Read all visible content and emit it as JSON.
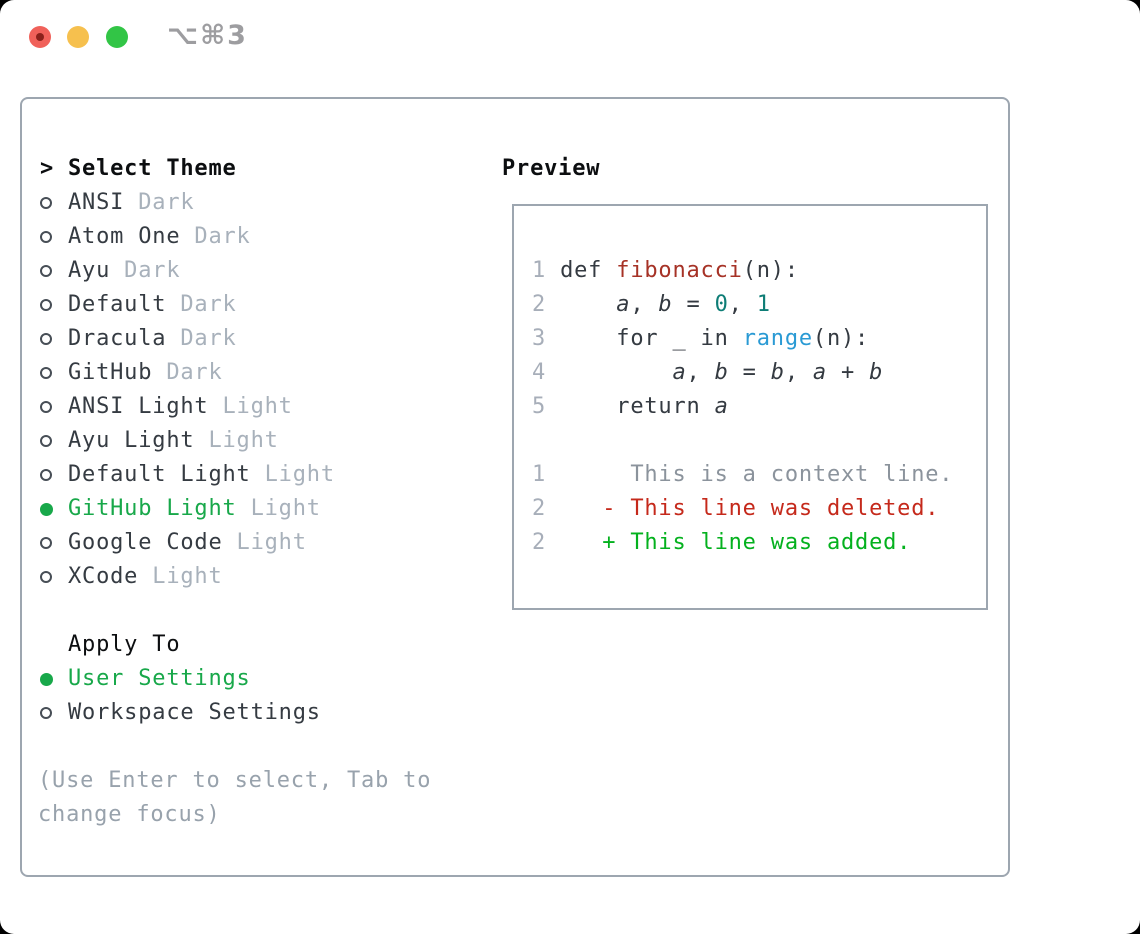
{
  "colors": {
    "tl-red": "#f0615a",
    "tl-red-dot": "#8a211b",
    "tl-yellow": "#f6c04e",
    "tl-green": "#32c546",
    "title-gray": "#9d9da0",
    "border-gray": "#9da6b0",
    "marker-gray": "#474e56",
    "text-black": "#0c0e10",
    "text-dark": "#353b42",
    "tag-gray": "#a8b1bb",
    "hint-gray": "#98a2ac",
    "accent-green": "#18a84a",
    "lineno-gray": "#a7aeb9",
    "code-dark": "#343a41",
    "func-red": "#a63226",
    "num-teal": "#0e7d76",
    "call-blue": "#2a9ad4",
    "context-gray": "#8b939c",
    "diff-del": "#c5291b",
    "diff-add": "#04b11e"
  },
  "titlebar": {
    "title": "⌥⌘3"
  },
  "theme_panel": {
    "header_prefix": ">",
    "header_label": "Select Theme",
    "items": [
      {
        "label": "ANSI",
        "tag": "Dark",
        "selected": false
      },
      {
        "label": "Atom One",
        "tag": "Dark",
        "selected": false
      },
      {
        "label": "Ayu",
        "tag": "Dark",
        "selected": false
      },
      {
        "label": "Default",
        "tag": "Dark",
        "selected": false
      },
      {
        "label": "Dracula",
        "tag": "Dark",
        "selected": false
      },
      {
        "label": "GitHub",
        "tag": "Dark",
        "selected": false
      },
      {
        "label": "ANSI Light",
        "tag": "Light",
        "selected": false
      },
      {
        "label": "Ayu Light",
        "tag": "Light",
        "selected": false
      },
      {
        "label": "Default Light",
        "tag": "Light",
        "selected": false
      },
      {
        "label": "GitHub Light",
        "tag": "Light",
        "selected": true
      },
      {
        "label": "Google Code",
        "tag": "Light",
        "selected": false
      },
      {
        "label": "XCode",
        "tag": "Light",
        "selected": false
      }
    ],
    "apply_header": "Apply To",
    "apply_options": [
      {
        "label": "User Settings",
        "selected": true
      },
      {
        "label": "Workspace Settings",
        "selected": false
      }
    ],
    "hint": "(Use Enter to select, Tab to change focus)"
  },
  "preview": {
    "header_label": "Preview",
    "lines": [
      {
        "tokens": [
          [
            "lineno",
            "1"
          ],
          [
            "plain",
            " def "
          ],
          [
            "func",
            "fibonacci"
          ],
          [
            "plain",
            "(n):"
          ]
        ]
      },
      {
        "tokens": [
          [
            "lineno",
            "2"
          ],
          [
            "plain",
            "     "
          ],
          [
            "var",
            "a"
          ],
          [
            "plain",
            ", "
          ],
          [
            "var",
            "b"
          ],
          [
            "plain",
            " = "
          ],
          [
            "num",
            "0"
          ],
          [
            "plain",
            ", "
          ],
          [
            "num",
            "1"
          ]
        ]
      },
      {
        "tokens": [
          [
            "lineno",
            "3"
          ],
          [
            "plain",
            "     for _ in "
          ],
          [
            "call",
            "range"
          ],
          [
            "plain",
            "(n):"
          ]
        ]
      },
      {
        "tokens": [
          [
            "lineno",
            "4"
          ],
          [
            "plain",
            "         "
          ],
          [
            "var",
            "a"
          ],
          [
            "plain",
            ", "
          ],
          [
            "var",
            "b"
          ],
          [
            "plain",
            " = "
          ],
          [
            "var",
            "b"
          ],
          [
            "plain",
            ", "
          ],
          [
            "var",
            "a"
          ],
          [
            "plain",
            " + "
          ],
          [
            "var",
            "b"
          ]
        ]
      },
      {
        "tokens": [
          [
            "lineno",
            "5"
          ],
          [
            "plain",
            "     return "
          ],
          [
            "var",
            "a"
          ]
        ]
      },
      {
        "tokens": []
      },
      {
        "tokens": [
          [
            "lineno",
            "1"
          ],
          [
            "context",
            "      This is a context line."
          ]
        ]
      },
      {
        "tokens": [
          [
            "lineno",
            "2"
          ],
          [
            "del",
            "    - This line was deleted."
          ]
        ]
      },
      {
        "tokens": [
          [
            "lineno",
            "2"
          ],
          [
            "add",
            "    + This line was added."
          ]
        ]
      }
    ]
  }
}
